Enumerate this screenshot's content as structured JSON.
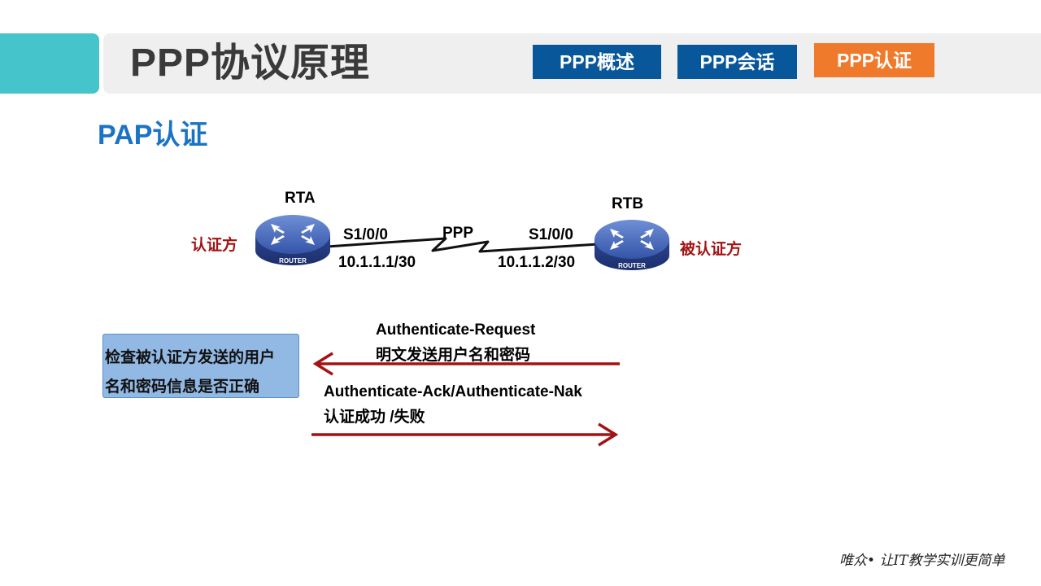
{
  "header": {
    "title": "PPP协议原理",
    "tabs": [
      {
        "label": "PPP概述",
        "active": false
      },
      {
        "label": "PPP会话",
        "active": false
      },
      {
        "label": "PPP认证",
        "active": true
      }
    ]
  },
  "section": {
    "title": "PAP认证"
  },
  "topology": {
    "rta": {
      "name": "RTA",
      "role": "认证方",
      "interface": "S1/0/0",
      "ip": "10.1.1.1/30",
      "badge": "ROUTER"
    },
    "rtb": {
      "name": "RTB",
      "role": "被认证方",
      "interface": "S1/0/0",
      "ip": "10.1.1.2/30",
      "badge": "ROUTER"
    },
    "link": {
      "label": "PPP"
    }
  },
  "check": {
    "line1": "检查被认证方发送的用户",
    "line2": "名和密码信息是否正确"
  },
  "messages": {
    "request": {
      "title": "Authenticate-Request",
      "desc": "明文发送用户名和密码"
    },
    "response": {
      "title": "Authenticate-Ack/Authenticate-Nak",
      "desc": "认证成功 /失败"
    }
  },
  "footer": {
    "text": "唯众• 让IT教学实训更简单"
  },
  "colors": {
    "teal": "#45c4cb",
    "tab_blue": "#08579b",
    "tab_active": "#f07a2b",
    "section_blue": "#1a73c4",
    "arrow": "#a31313"
  }
}
